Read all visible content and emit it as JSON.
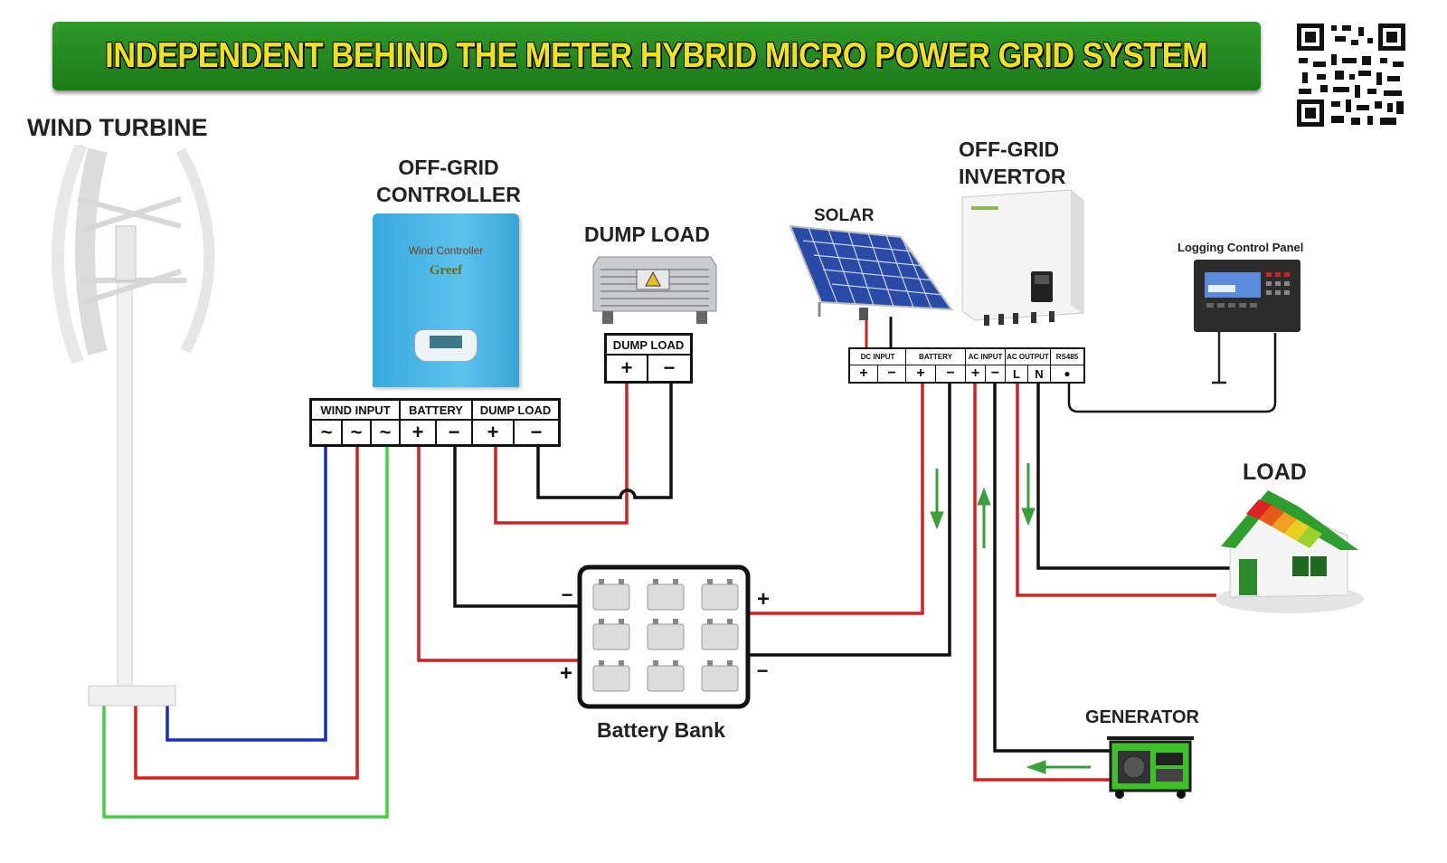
{
  "title": "INDEPENDENT BEHIND THE METER HYBRID MICRO POWER GRID SYSTEM",
  "components": {
    "wind_turbine": "WIND TURBINE",
    "controller_line1": "OFF-GRID",
    "controller_line2": "CONTROLLER",
    "controller_device_text": "Wind  Controller",
    "controller_brand": "Greef",
    "dump_load": "DUMP LOAD",
    "solar": "SOLAR",
    "inverter_line1": "OFF-GRID",
    "inverter_line2": "INVERTOR",
    "logging_panel": "Logging Control Panel",
    "load": "LOAD",
    "battery_bank": "Battery Bank",
    "generator": "GENERATOR"
  },
  "controller_terminals": {
    "wind_input": "WIND INPUT",
    "battery": "BATTERY",
    "dump_load": "DUMP LOAD",
    "symbols": [
      "~",
      "~",
      "~",
      "+",
      "−",
      "+",
      "−"
    ]
  },
  "dump_load_terminals": {
    "label": "DUMP LOAD",
    "symbols": [
      "+",
      "−"
    ]
  },
  "inverter_terminals": {
    "groups": [
      "DC INPUT",
      "BATTERY",
      "AC INPUT",
      "AC OUTPUT",
      "RS485"
    ],
    "symbols": [
      "+",
      "−",
      "+",
      "−",
      "+",
      "−",
      "L",
      "N",
      "●"
    ]
  },
  "battery_bank_signs": {
    "left_top": "−",
    "left_bottom": "+",
    "right_top": "+",
    "right_bottom": "−"
  },
  "colors": {
    "banner": "#1f8a1c",
    "banner_text": "#f2e21a",
    "wire_red": "#d42020",
    "wire_black": "#111111",
    "wire_blue": "#1a2fb8",
    "wire_green": "#3ed43e",
    "arrow_green": "#3aa03a",
    "controller_blue": "#3fb3e6"
  }
}
